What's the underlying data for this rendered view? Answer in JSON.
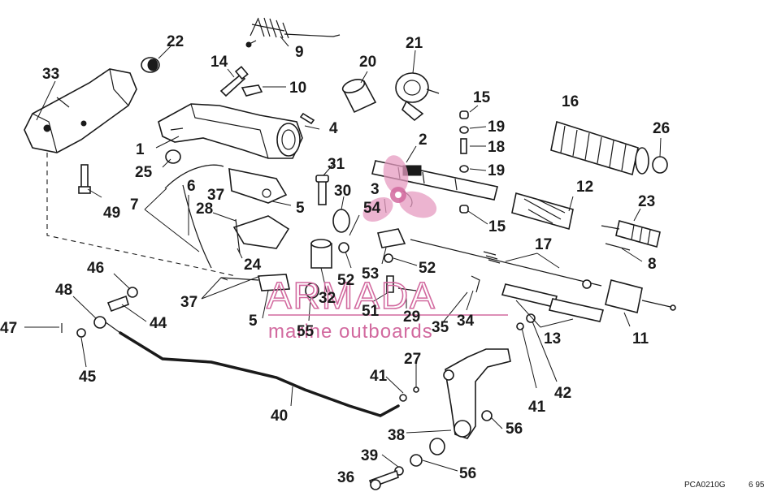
{
  "labels": {
    "l1": "1",
    "l2": "2",
    "l3": "3",
    "l4": "4",
    "l5a": "5",
    "l5b": "5",
    "l6": "6",
    "l7": "7",
    "l8": "8",
    "l9": "9",
    "l10": "10",
    "l11": "11",
    "l12": "12",
    "l13": "13",
    "l14": "14",
    "l15a": "15",
    "l15b": "15",
    "l16": "16",
    "l17": "17",
    "l18": "18",
    "l19a": "19",
    "l19b": "19",
    "l20": "20",
    "l21": "21",
    "l22": "22",
    "l23": "23",
    "l24": "24",
    "l25": "25",
    "l26": "26",
    "l27": "27",
    "l28": "28",
    "l29": "29",
    "l30": "30",
    "l31": "31",
    "l32": "32",
    "l33": "33",
    "l34": "34",
    "l35": "35",
    "l36": "36",
    "l37a": "37",
    "l37b": "37",
    "l38": "38",
    "l39": "39",
    "l40": "40",
    "l41a": "41",
    "l41b": "41",
    "l42": "42",
    "l44": "44",
    "l45": "45",
    "l46": "46",
    "l47": "47",
    "l48": "48",
    "l49": "49",
    "l51": "51",
    "l52a": "52",
    "l52b": "52",
    "l53": "53",
    "l54": "54",
    "l55": "55",
    "l56a": "56",
    "l56b": "56"
  },
  "watermark": {
    "brand": "ARMADA",
    "tagline": "marine outboards",
    "color": "#d26a9f"
  },
  "footer": {
    "code": "PCA0210G",
    "date": "6 95"
  }
}
